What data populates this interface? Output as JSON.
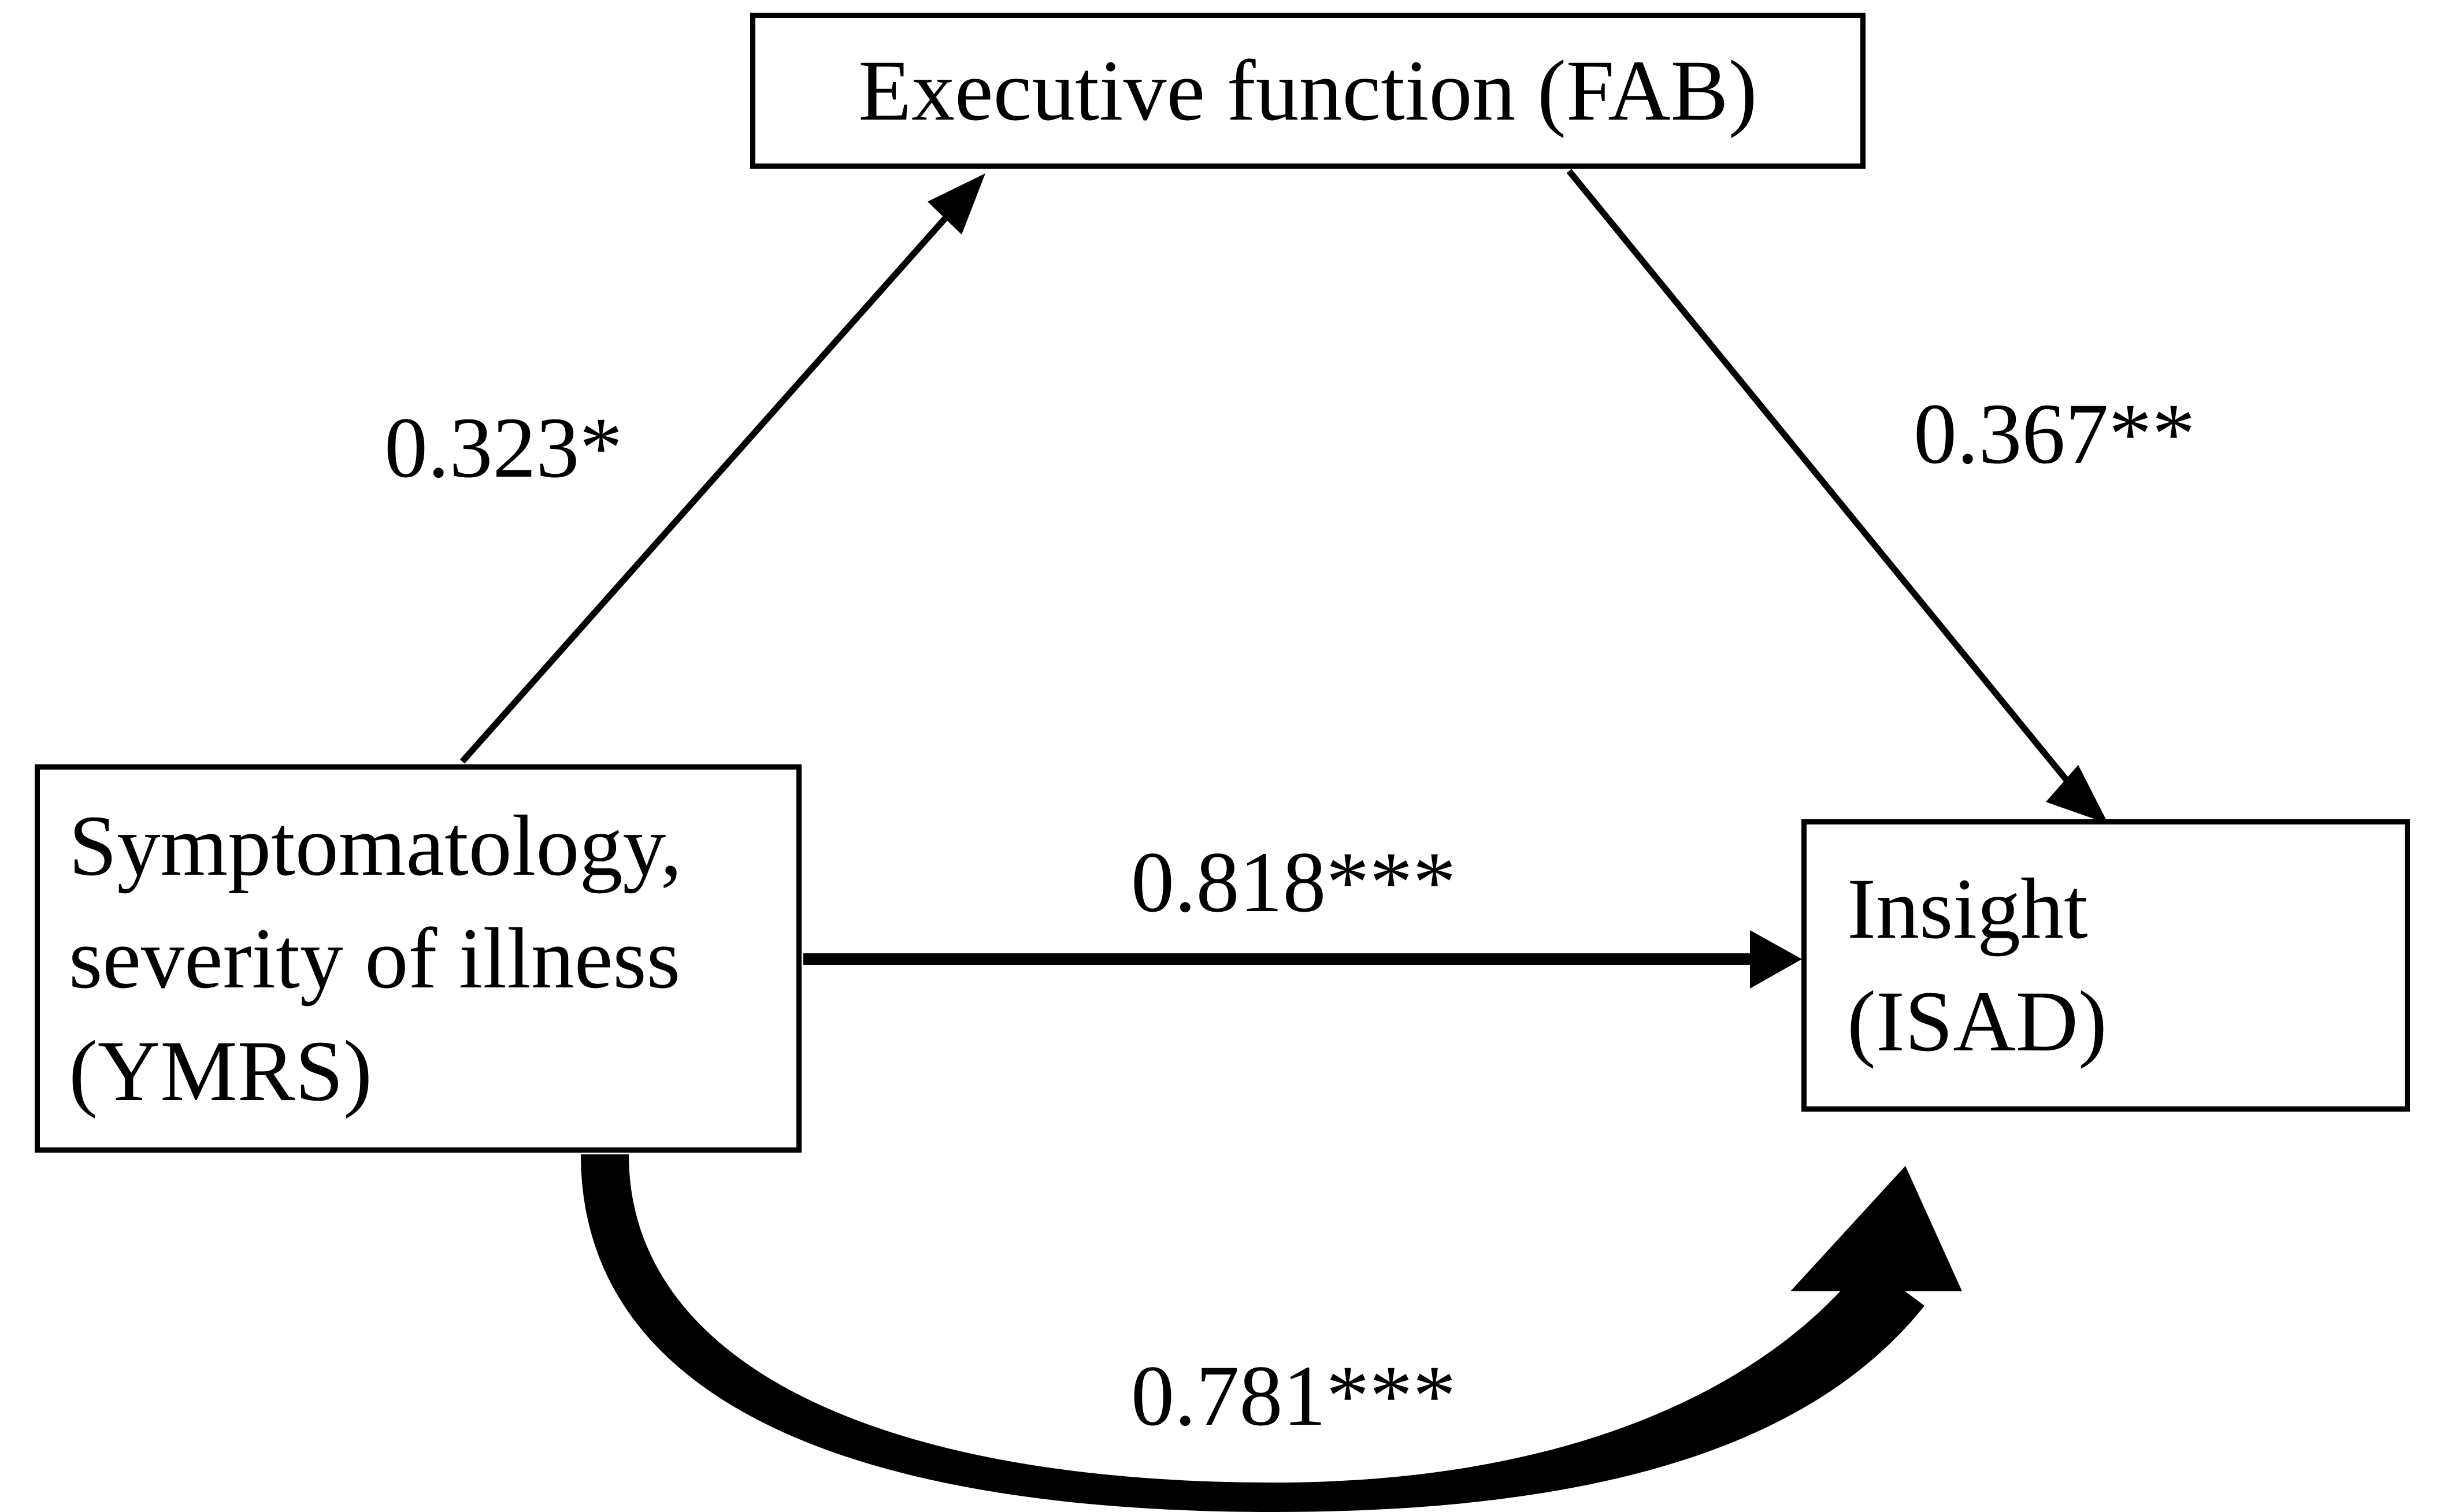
{
  "diagram": {
    "type": "path-diagram",
    "background_color": "#ffffff",
    "stroke_color": "#000000",
    "nodes": [
      {
        "id": "fab",
        "label": "Executive function (FAB)",
        "role": "mediator"
      },
      {
        "id": "ymrs",
        "label": "Symptomatology,\nseverity of illness\n(YMRS)",
        "role": "predictor"
      },
      {
        "id": "isad",
        "label": "Insight\n(ISAD)",
        "role": "outcome"
      }
    ],
    "edges": [
      {
        "id": "a-path",
        "from": "ymrs",
        "to": "fab",
        "coefficient": "0.323*",
        "style": "thin-arrow"
      },
      {
        "id": "b-path",
        "from": "fab",
        "to": "isad",
        "coefficient": "0.367**",
        "style": "thin-arrow"
      },
      {
        "id": "total-effect",
        "from": "ymrs",
        "to": "isad",
        "coefficient": "0.818***",
        "style": "straight-arrow"
      },
      {
        "id": "direct-effect",
        "from": "ymrs",
        "to": "isad",
        "coefficient": "0.781***",
        "style": "thick-curved-arrow"
      }
    ]
  }
}
